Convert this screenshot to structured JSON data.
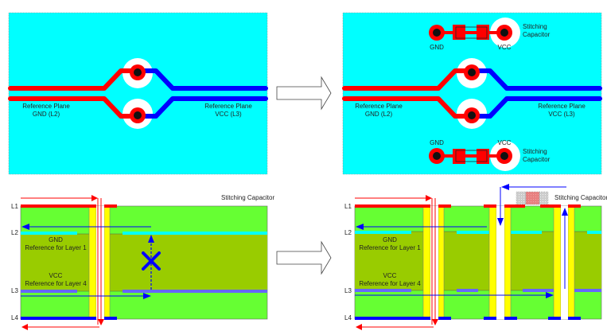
{
  "top_left": {
    "label_left_1": "Reference Plane",
    "label_left_2": "GND (L2)",
    "label_right_1": "Reference Plane",
    "label_right_2": "VCC (L3)"
  },
  "top_right": {
    "label_left_1": "Reference Plane",
    "label_left_2": "GND (L2)",
    "label_right_1": "Reference Plane",
    "label_right_2": "VCC (L3)",
    "cap_top": {
      "gnd": "GND",
      "vcc": "VCC",
      "label_1": "Stitching",
      "label_2": "Capacitor"
    },
    "cap_bottom": {
      "gnd": "GND",
      "vcc": "VCC",
      "label_1": "Stitching",
      "label_2": "Capacitor"
    }
  },
  "bottom_left": {
    "layers": [
      "L1",
      "L2",
      "L3",
      "L4"
    ],
    "gnd_label": "GND",
    "gnd_desc": "Reference for Layer 1",
    "vcc_label": "VCC",
    "vcc_desc": "Reference for Layer 4",
    "cap_label": "Stitching Capacitor"
  },
  "bottom_right": {
    "layers": [
      "L1",
      "L2",
      "L3",
      "L4"
    ],
    "gnd_label": "GND",
    "gnd_desc": "Reference for Layer 1",
    "vcc_label": "VCC",
    "vcc_desc": "Reference for Layer 4",
    "cap_label": "Stitching Capacitor"
  },
  "colors": {
    "board": "#00ffff",
    "trace_red": "#ff0000",
    "trace_blue": "#0000ff",
    "prepreg": "#66ff33",
    "core": "#99cc00",
    "via": "#ffff00",
    "plane_l2": "#00ffff",
    "plane_l3": "#6666ff"
  }
}
